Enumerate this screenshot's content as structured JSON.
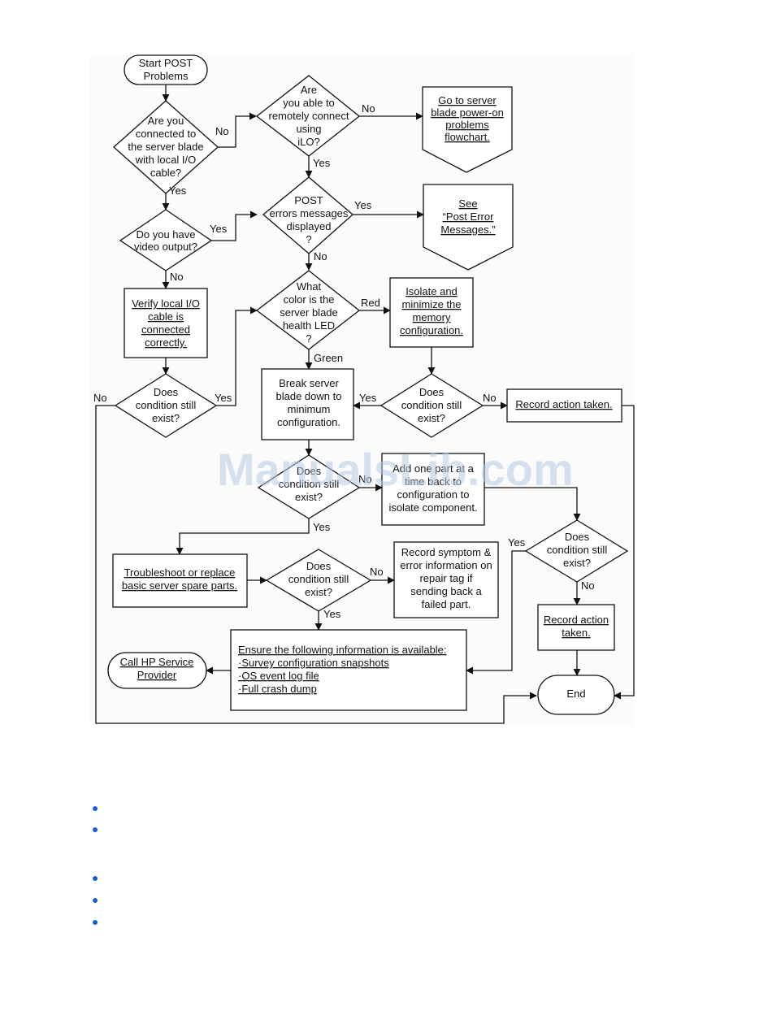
{
  "flowchart": {
    "nodes": {
      "start": [
        "Start POST",
        "Problems"
      ],
      "local_io": [
        "Are you",
        "connected to",
        "the server blade",
        "with local I/O",
        "cable?"
      ],
      "remote_ilo": [
        "Are",
        "you able to",
        "remotely connect",
        "using",
        "iLO?"
      ],
      "power_on": [
        "Go to server",
        "blade power-on",
        "problems",
        "flowchart."
      ],
      "video": [
        "Do you have",
        "video output?"
      ],
      "post_errors": [
        "POST",
        "errors messages",
        "displayed",
        "?"
      ],
      "see_post": [
        "See",
        "“Post Error",
        "Messages.”"
      ],
      "verify_cable": [
        "Verify local I/O",
        "cable is",
        "connected",
        "correctly."
      ],
      "health_led": [
        "What",
        "color is the",
        "server blade",
        "health LED",
        "?"
      ],
      "isolate_memory": [
        "Isolate and",
        "minimize the",
        "memory",
        "configuration."
      ],
      "cond_left": [
        "Does",
        "condition still",
        "exist?"
      ],
      "break_down": [
        "Break server",
        "blade down to",
        "minimum",
        "configuration."
      ],
      "cond_mid": [
        "Does",
        "condition still",
        "exist?"
      ],
      "record1": [
        "Record action taken."
      ],
      "cond_center": [
        "Does",
        "condition still",
        "exist?"
      ],
      "add_part": [
        "Add one part at a",
        "time back to",
        "configuration to",
        "isolate component."
      ],
      "cond_right": [
        "Does",
        "condition still",
        "exist?"
      ],
      "troubleshoot": [
        "Troubleshoot or replace",
        "basic server spare parts."
      ],
      "cond_lower": [
        "Does",
        "condition still",
        "exist?"
      ],
      "record_symptom": [
        "Record symptom &",
        "error information on",
        "repair tag if",
        "sending back a",
        "failed part."
      ],
      "record2": [
        "Record action",
        "taken."
      ],
      "ensure": [
        "Ensure the following information is available:",
        "·Survey configuration snapshots",
        "·OS event log file",
        "·Full crash dump"
      ],
      "call_hp": [
        "Call HP Service",
        "Provider"
      ],
      "end": [
        "End"
      ]
    },
    "labels": {
      "no": "No",
      "yes": "Yes",
      "red": "Red",
      "green": "Green"
    }
  },
  "watermark": "ManualsLib.com",
  "bullets": [
    "",
    "",
    "",
    "",
    ""
  ],
  "colors": {
    "bullet": "#1a5fd0",
    "watermark": "#b7cbe6",
    "line": "#111111"
  }
}
